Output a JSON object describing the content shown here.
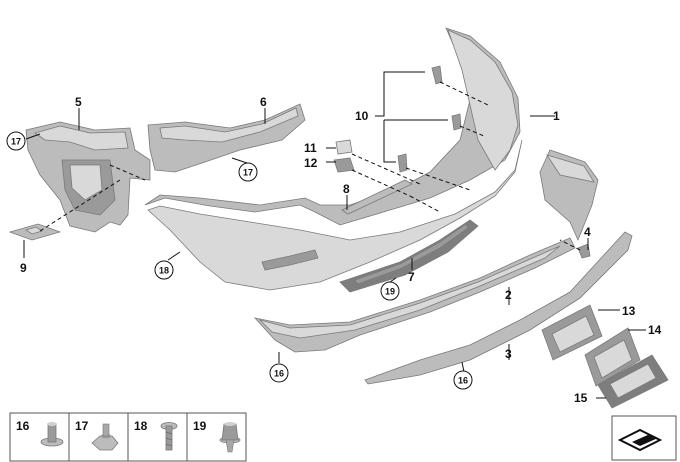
{
  "callouts": {
    "c1": "1",
    "c2": "2",
    "c3": "3",
    "c4": "4",
    "c5": "5",
    "c6": "6",
    "c7": "7",
    "c8": "8",
    "c9": "9",
    "c10": "10",
    "c11": "11",
    "c12": "12",
    "c13": "13",
    "c14": "14",
    "c15": "15",
    "circ17a": "17",
    "circ17b": "17",
    "circ18": "18",
    "circ19": "19",
    "circ16a": "16",
    "circ16b": "16"
  },
  "legend": [
    "16",
    "17",
    "18",
    "19"
  ],
  "colors": {
    "part_fill": "#c8c8c8",
    "line": "#111111"
  }
}
